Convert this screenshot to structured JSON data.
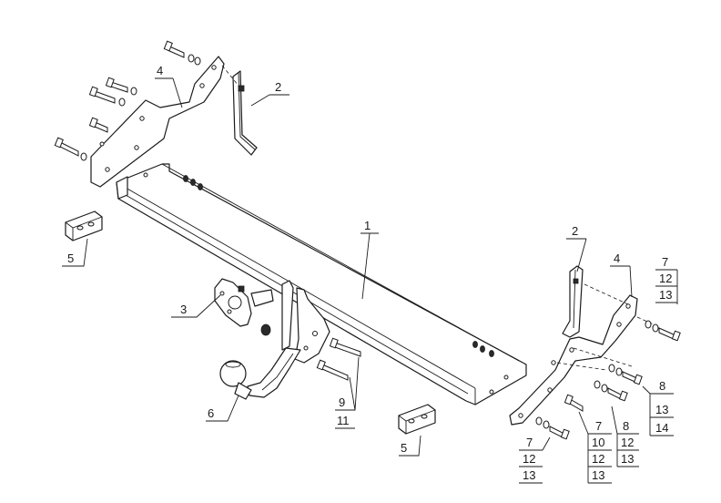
{
  "callouts": {
    "c1": "1",
    "c2_top": "2",
    "c2_right": "2",
    "c3": "3",
    "c4_left": "4",
    "c4_right": "4",
    "c5_left": "5",
    "c5_bottom": "5",
    "c6": "6",
    "stack_9_11": [
      "9",
      "11"
    ],
    "stack_7_12_13_top": [
      "7",
      "12",
      "13"
    ],
    "stack_8_13_14": [
      "8",
      "13",
      "14"
    ],
    "stack_8_12_13": [
      "8",
      "12",
      "13"
    ],
    "stack_7_10_12_13": [
      "7",
      "10",
      "12",
      "13"
    ],
    "stack_7_12_13_bottom": [
      "7",
      "12",
      "13"
    ]
  },
  "colors": {
    "line": "#1a1a1a",
    "background": "#ffffff"
  }
}
